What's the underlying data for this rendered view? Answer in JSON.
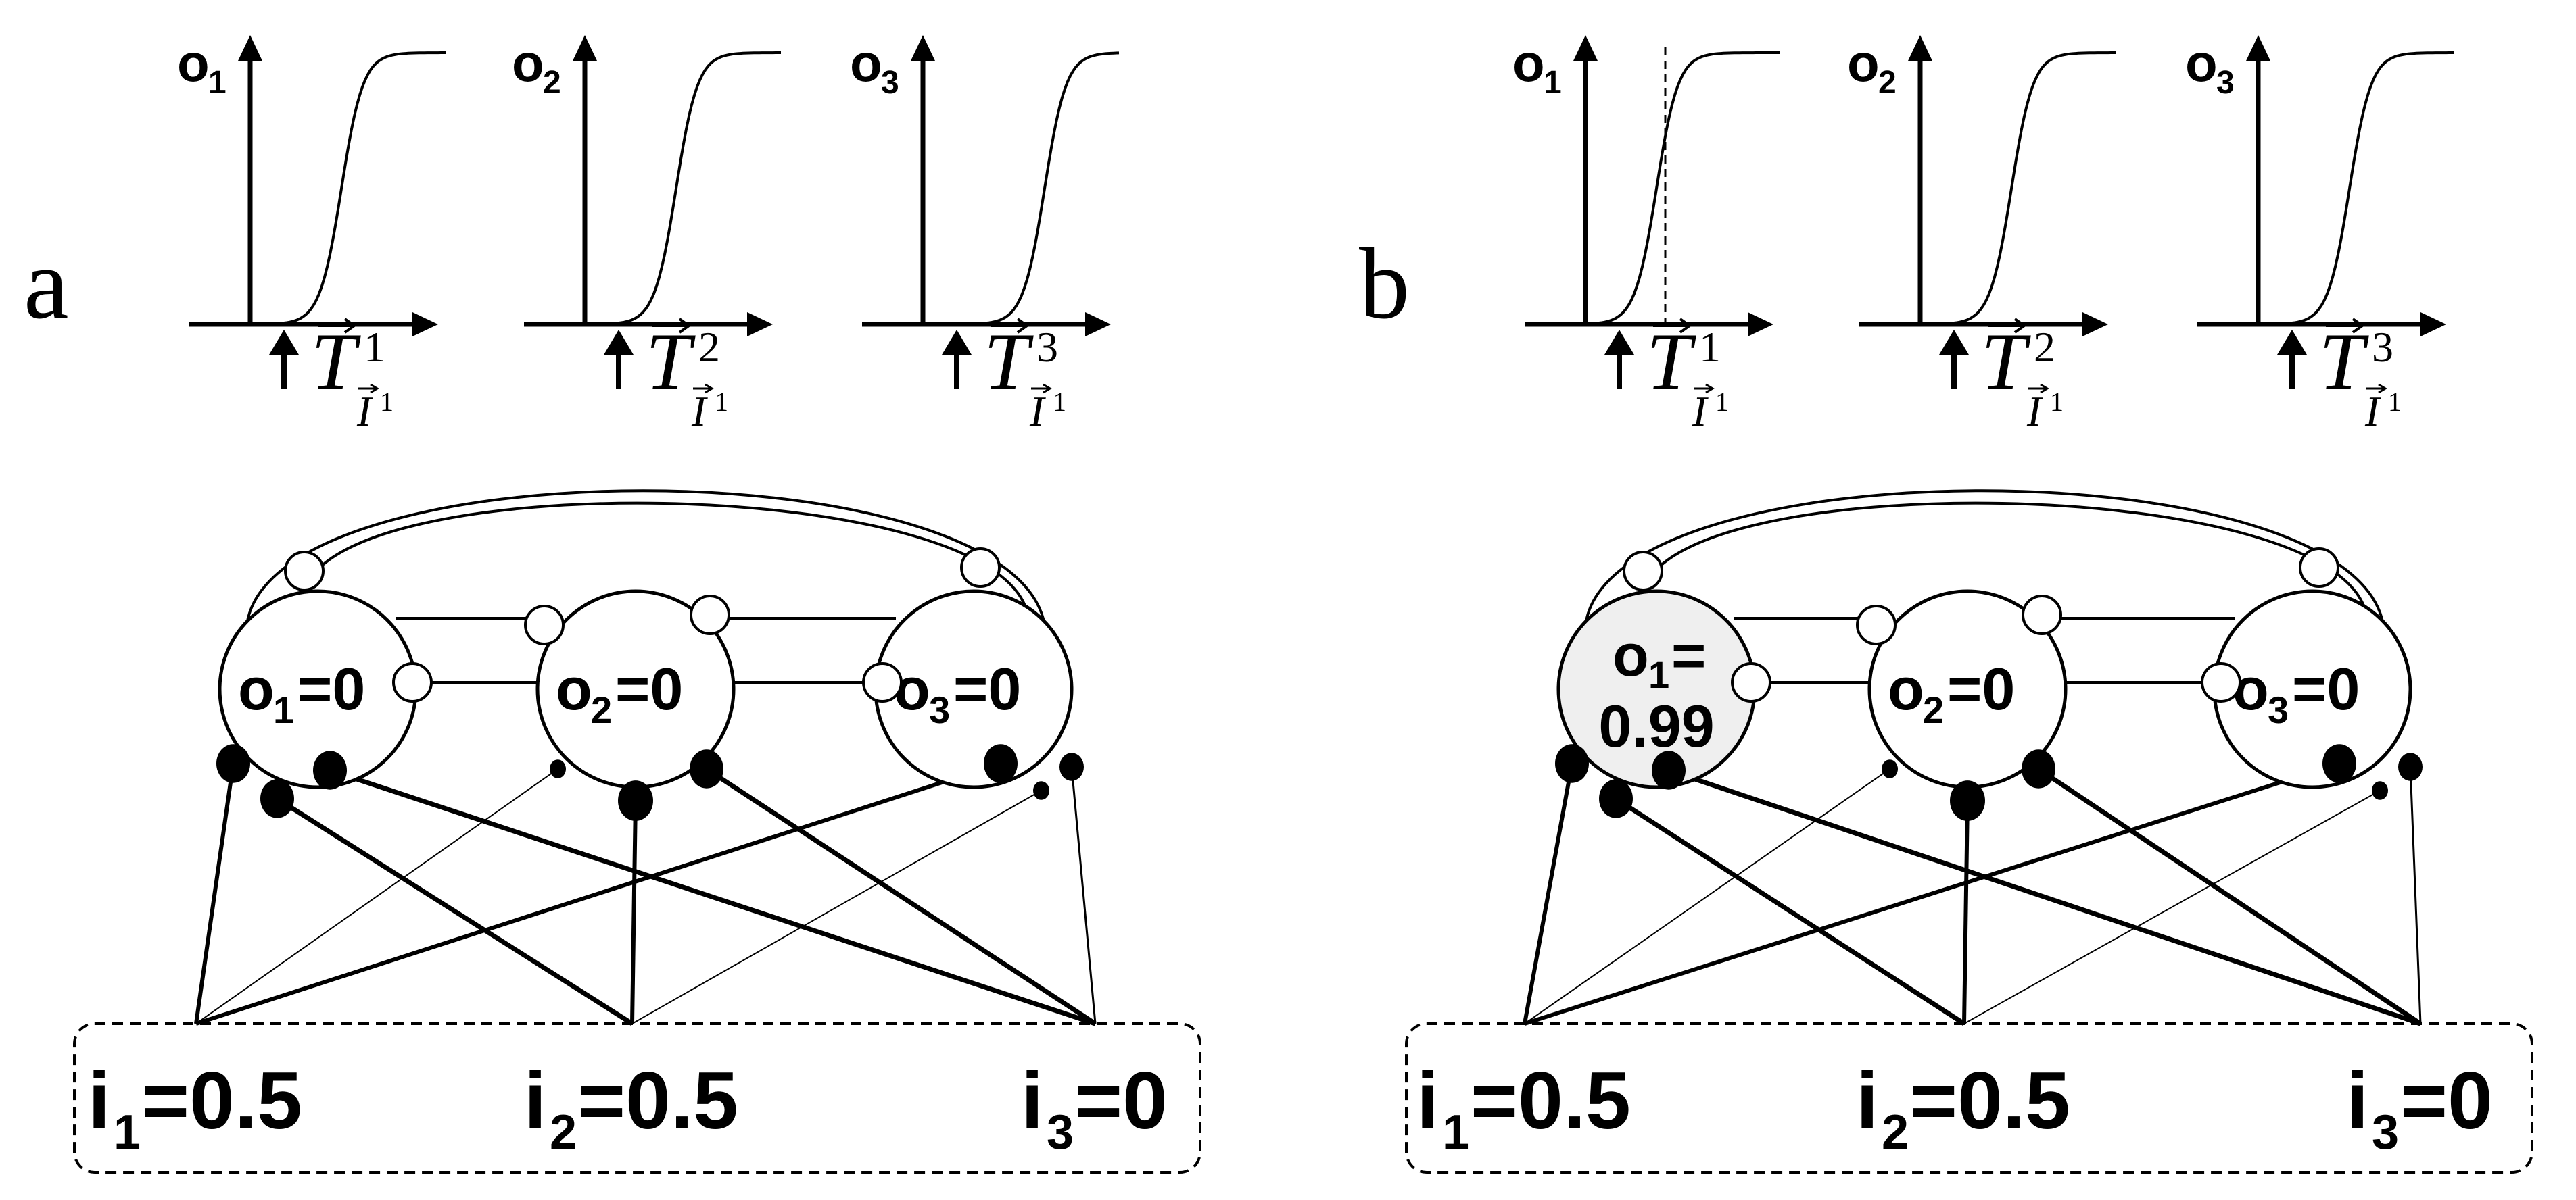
{
  "panels": [
    {
      "label": "a",
      "plots": [
        {
          "y": "o",
          "ysub": "1",
          "t": "T",
          "tsup": "1",
          "tsub": "I",
          "tsubsup": "1"
        },
        {
          "y": "o",
          "ysub": "2",
          "t": "T",
          "tsup": "2",
          "tsub": "I",
          "tsubsup": "1"
        },
        {
          "y": "o",
          "ysub": "3",
          "t": "T",
          "tsup": "3",
          "tsub": "I",
          "tsubsup": "1"
        }
      ],
      "nodes": [
        {
          "pre": "o",
          "sub": "1",
          "post": "=0",
          "post2": ""
        },
        {
          "pre": "o",
          "sub": "2",
          "post": "=0",
          "post2": ""
        },
        {
          "pre": "o",
          "sub": "3",
          "post": "=0",
          "post2": ""
        }
      ],
      "inputs": [
        {
          "pre": "i",
          "sub": "1",
          "post": "=0.5"
        },
        {
          "pre": "i",
          "sub": "2",
          "post": "=0.5"
        },
        {
          "pre": "i",
          "sub": "3",
          "post": "=0"
        }
      ]
    },
    {
      "label": "b",
      "plots": [
        {
          "y": "o",
          "ysub": "1",
          "t": "T",
          "tsup": "1",
          "tsub": "I",
          "tsubsup": "1"
        },
        {
          "y": "o",
          "ysub": "2",
          "t": "T",
          "tsup": "2",
          "tsub": "I",
          "tsubsup": "1"
        },
        {
          "y": "o",
          "ysub": "3",
          "t": "T",
          "tsup": "3",
          "tsub": "I",
          "tsubsup": "1"
        }
      ],
      "nodes": [
        {
          "pre": "o",
          "sub": "1",
          "post": "=",
          "post2": "0.99"
        },
        {
          "pre": "o",
          "sub": "2",
          "post": "=0",
          "post2": ""
        },
        {
          "pre": "o",
          "sub": "3",
          "post": "=0",
          "post2": ""
        }
      ],
      "inputs": [
        {
          "pre": "i",
          "sub": "1",
          "post": "=0.5"
        },
        {
          "pre": "i",
          "sub": "2",
          "post": "=0.5"
        },
        {
          "pre": "i",
          "sub": "3",
          "post": "=0"
        }
      ]
    }
  ]
}
